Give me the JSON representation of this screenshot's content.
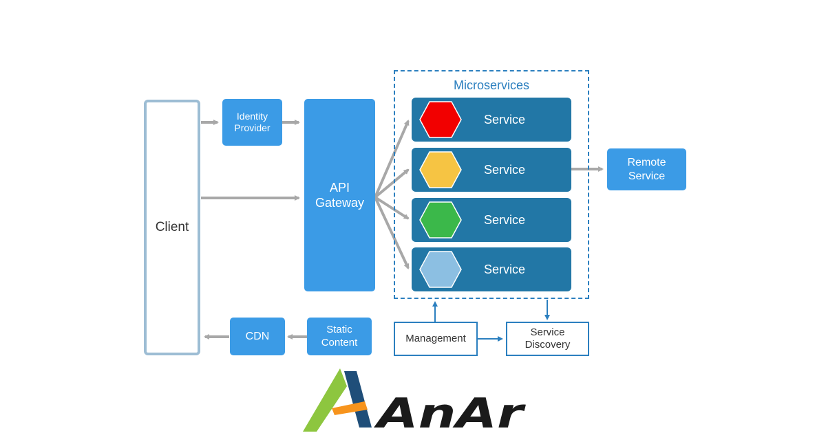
{
  "diagram": {
    "client_label": "Client",
    "identity_provider_label": "Identity\nProvider",
    "api_gateway_label": "API\nGateway",
    "cdn_label": "CDN",
    "static_content_label": "Static\nContent",
    "microservices_title": "Microservices",
    "services": [
      {
        "label": "Service",
        "hex_color": "#f20000"
      },
      {
        "label": "Service",
        "hex_color": "#f6c443"
      },
      {
        "label": "Service",
        "hex_color": "#3bb84a"
      },
      {
        "label": "Service",
        "hex_color": "#8cbfe2"
      }
    ],
    "remote_service_label": "Remote\nService",
    "management_label": "Management",
    "service_discovery_label": "Service\nDiscovery"
  },
  "logo": {
    "text": "AnAr"
  },
  "colors": {
    "box_blue": "#3b9be6",
    "service_dark": "#2277a6",
    "arrow_gray": "#a8a8a8",
    "outline_blue": "#2b7fbf",
    "logo_green": "#8dc63f",
    "logo_navy": "#1f4e79",
    "logo_orange": "#f7941d"
  }
}
